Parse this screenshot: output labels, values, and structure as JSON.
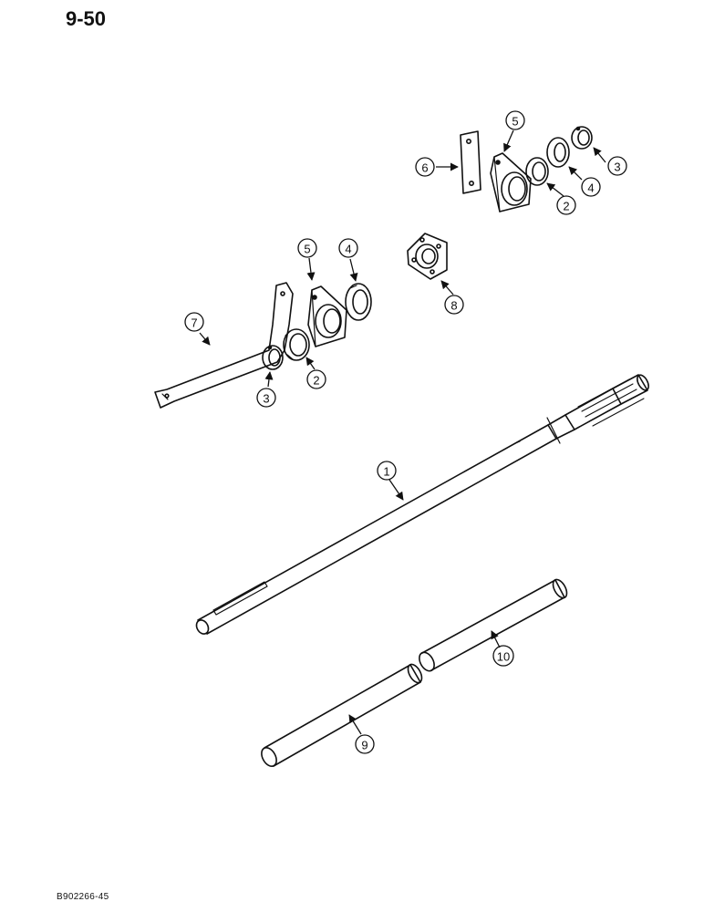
{
  "page": {
    "page_number": "9-50",
    "figure_code": "B902266-45"
  },
  "parts": [
    {
      "id": "shaft",
      "callout": "1"
    },
    {
      "id": "bearing-upper",
      "callout": "2"
    },
    {
      "id": "bearing-lower",
      "callout": "2"
    },
    {
      "id": "collar-upper",
      "callout": "3"
    },
    {
      "id": "collar-lower",
      "callout": "3"
    },
    {
      "id": "flangette-upper",
      "callout": "4"
    },
    {
      "id": "flangette-lower",
      "callout": "4"
    },
    {
      "id": "housing-upper",
      "callout": "5"
    },
    {
      "id": "housing-lower",
      "callout": "5"
    },
    {
      "id": "plate",
      "callout": "6"
    },
    {
      "id": "strap",
      "callout": "7"
    },
    {
      "id": "flange-bracket",
      "callout": "8"
    },
    {
      "id": "tube-lower",
      "callout": "9"
    },
    {
      "id": "tube-upper",
      "callout": "10"
    }
  ]
}
